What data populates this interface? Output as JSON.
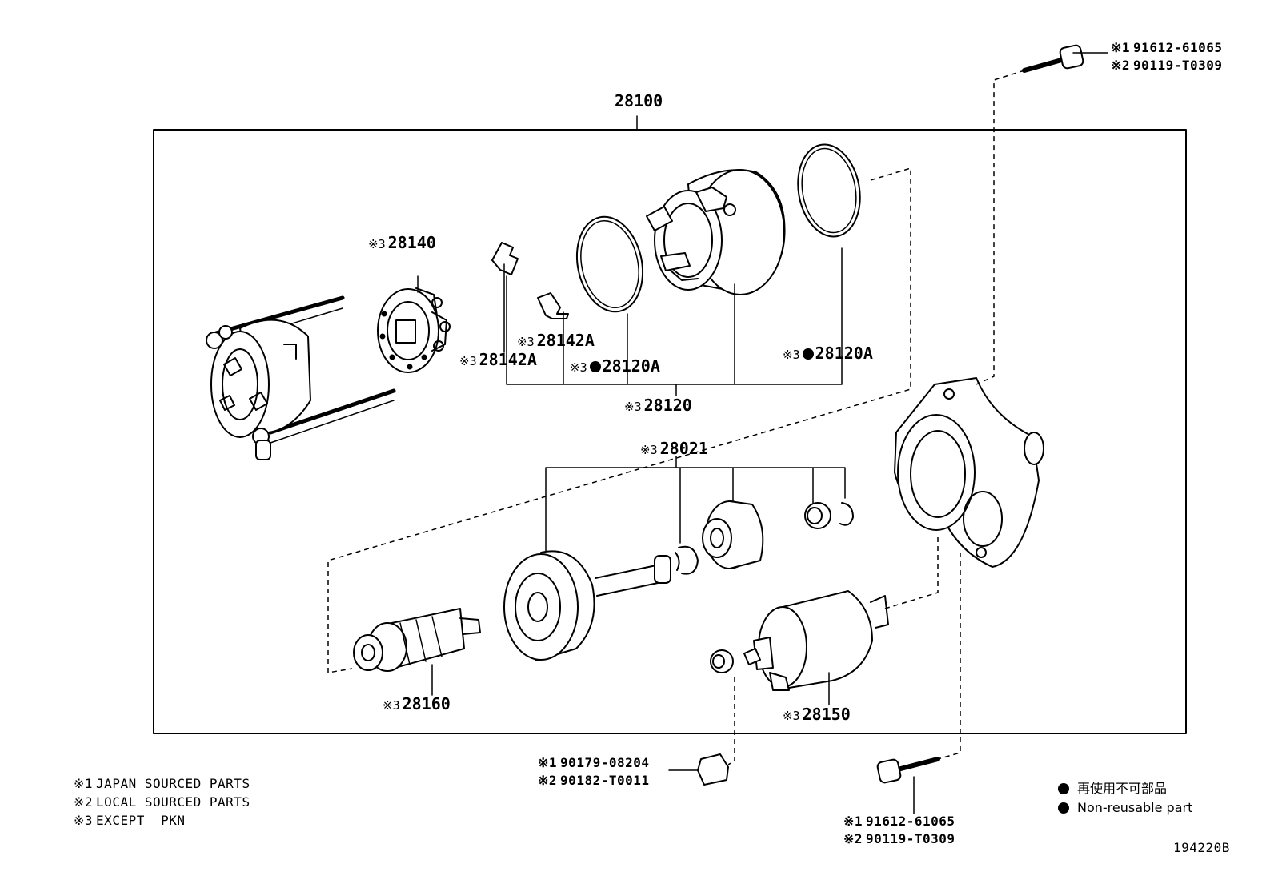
{
  "assembly_label": "28100",
  "parts": {
    "p28140": {
      "mark": "※3",
      "num": "28140"
    },
    "p28142A_upper": {
      "mark": "※3",
      "num": "28142A"
    },
    "p28142A_lower": {
      "mark": "※3",
      "num": "28142A"
    },
    "p28120A_left": {
      "mark": "※3",
      "num": "28120A"
    },
    "p28120A_right": {
      "mark": "※3",
      "num": "28120A"
    },
    "p28120": {
      "mark": "※3",
      "num": "28120"
    },
    "p28021": {
      "mark": "※3",
      "num": "28021"
    },
    "p28160": {
      "mark": "※3",
      "num": "28160"
    },
    "p28150": {
      "mark": "※3",
      "num": "28150"
    }
  },
  "bolt_top": {
    "line1": {
      "mark": "※1",
      "num": "91612-61065"
    },
    "line2": {
      "mark": "※2",
      "num": "90119-T0309"
    }
  },
  "bolt_bottom": {
    "line1": {
      "mark": "※1",
      "num": "91612-61065"
    },
    "line2": {
      "mark": "※2",
      "num": "90119-T0309"
    }
  },
  "nut": {
    "line1": {
      "mark": "※1",
      "num": "90179-08204"
    },
    "line2": {
      "mark": "※2",
      "num": "90182-T0011"
    }
  },
  "notes": [
    {
      "mark": "※1",
      "text": "JAPAN SOURCED PARTS"
    },
    {
      "mark": "※2",
      "text": "LOCAL SOURCED PARTS"
    },
    {
      "mark": "※3",
      "text": "EXCEPT  PKN"
    }
  ],
  "legend": {
    "jp": "再使用不可部品",
    "en": "Non-reusable part"
  },
  "figure_id": "194220B"
}
